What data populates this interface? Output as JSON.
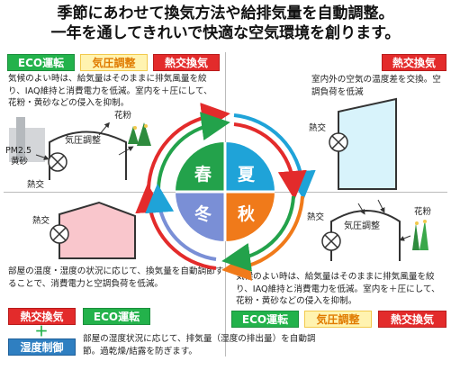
{
  "title": {
    "line1": "季節にあわせて換気方法や給排気量を自動調整。",
    "line2": "一年を通してきれいで快適な空気環境を創ります。"
  },
  "tags": {
    "eco": "ECO運転",
    "pressure": "気圧調整",
    "heat_exchange": "熱交換気",
    "humidity": "湿度制御"
  },
  "seasons": {
    "spring": "春",
    "summer": "夏",
    "autumn": "秋",
    "winter": "冬"
  },
  "spring": {
    "desc": "気候のよい時は、給気量はそのままに排気風量を絞り、IAQ維持と消費電力を低減。室内を＋圧にして、花粉・黄砂などの侵入を抑制。",
    "label_kiatsu": "気圧調整",
    "label_pollen": "花粉",
    "label_pm": "PM2.5\n黄砂",
    "label_netsu": "熱交"
  },
  "summer": {
    "desc": "室内外の空気の温度差を交換。空調負荷を低減",
    "label_netsu": "熱交"
  },
  "winter": {
    "desc": "部屋の温度・湿度の状況に応じて、換気量を自動調節することで、消費電力と空調負荷を低減。",
    "label_netsu": "熱交",
    "plus": "＋",
    "humidity_desc": "部屋の湿度状況に応じて、排気量（湿度の排出量）を自動調節。過乾燥/結露を防ぎます。"
  },
  "autumn": {
    "desc": "気候のよい時は、給気量はそのままに排気風量を絞り、IAQ維持と消費電力を低減。室内を＋圧にして、花粉・黄砂などの侵入を抑制。",
    "label_kiatsu": "気圧調整",
    "label_pollen": "花粉",
    "label_netsu": "熱交"
  },
  "colors": {
    "spring": "#23a24b",
    "summer": "#1fa3d8",
    "autumn": "#f07a1a",
    "winter": "#7a8fd6",
    "eco": "#23b24b",
    "heat": "#e32b2b",
    "pressure_bg": "#fff3b0",
    "humidity": "#2f7fc1"
  }
}
